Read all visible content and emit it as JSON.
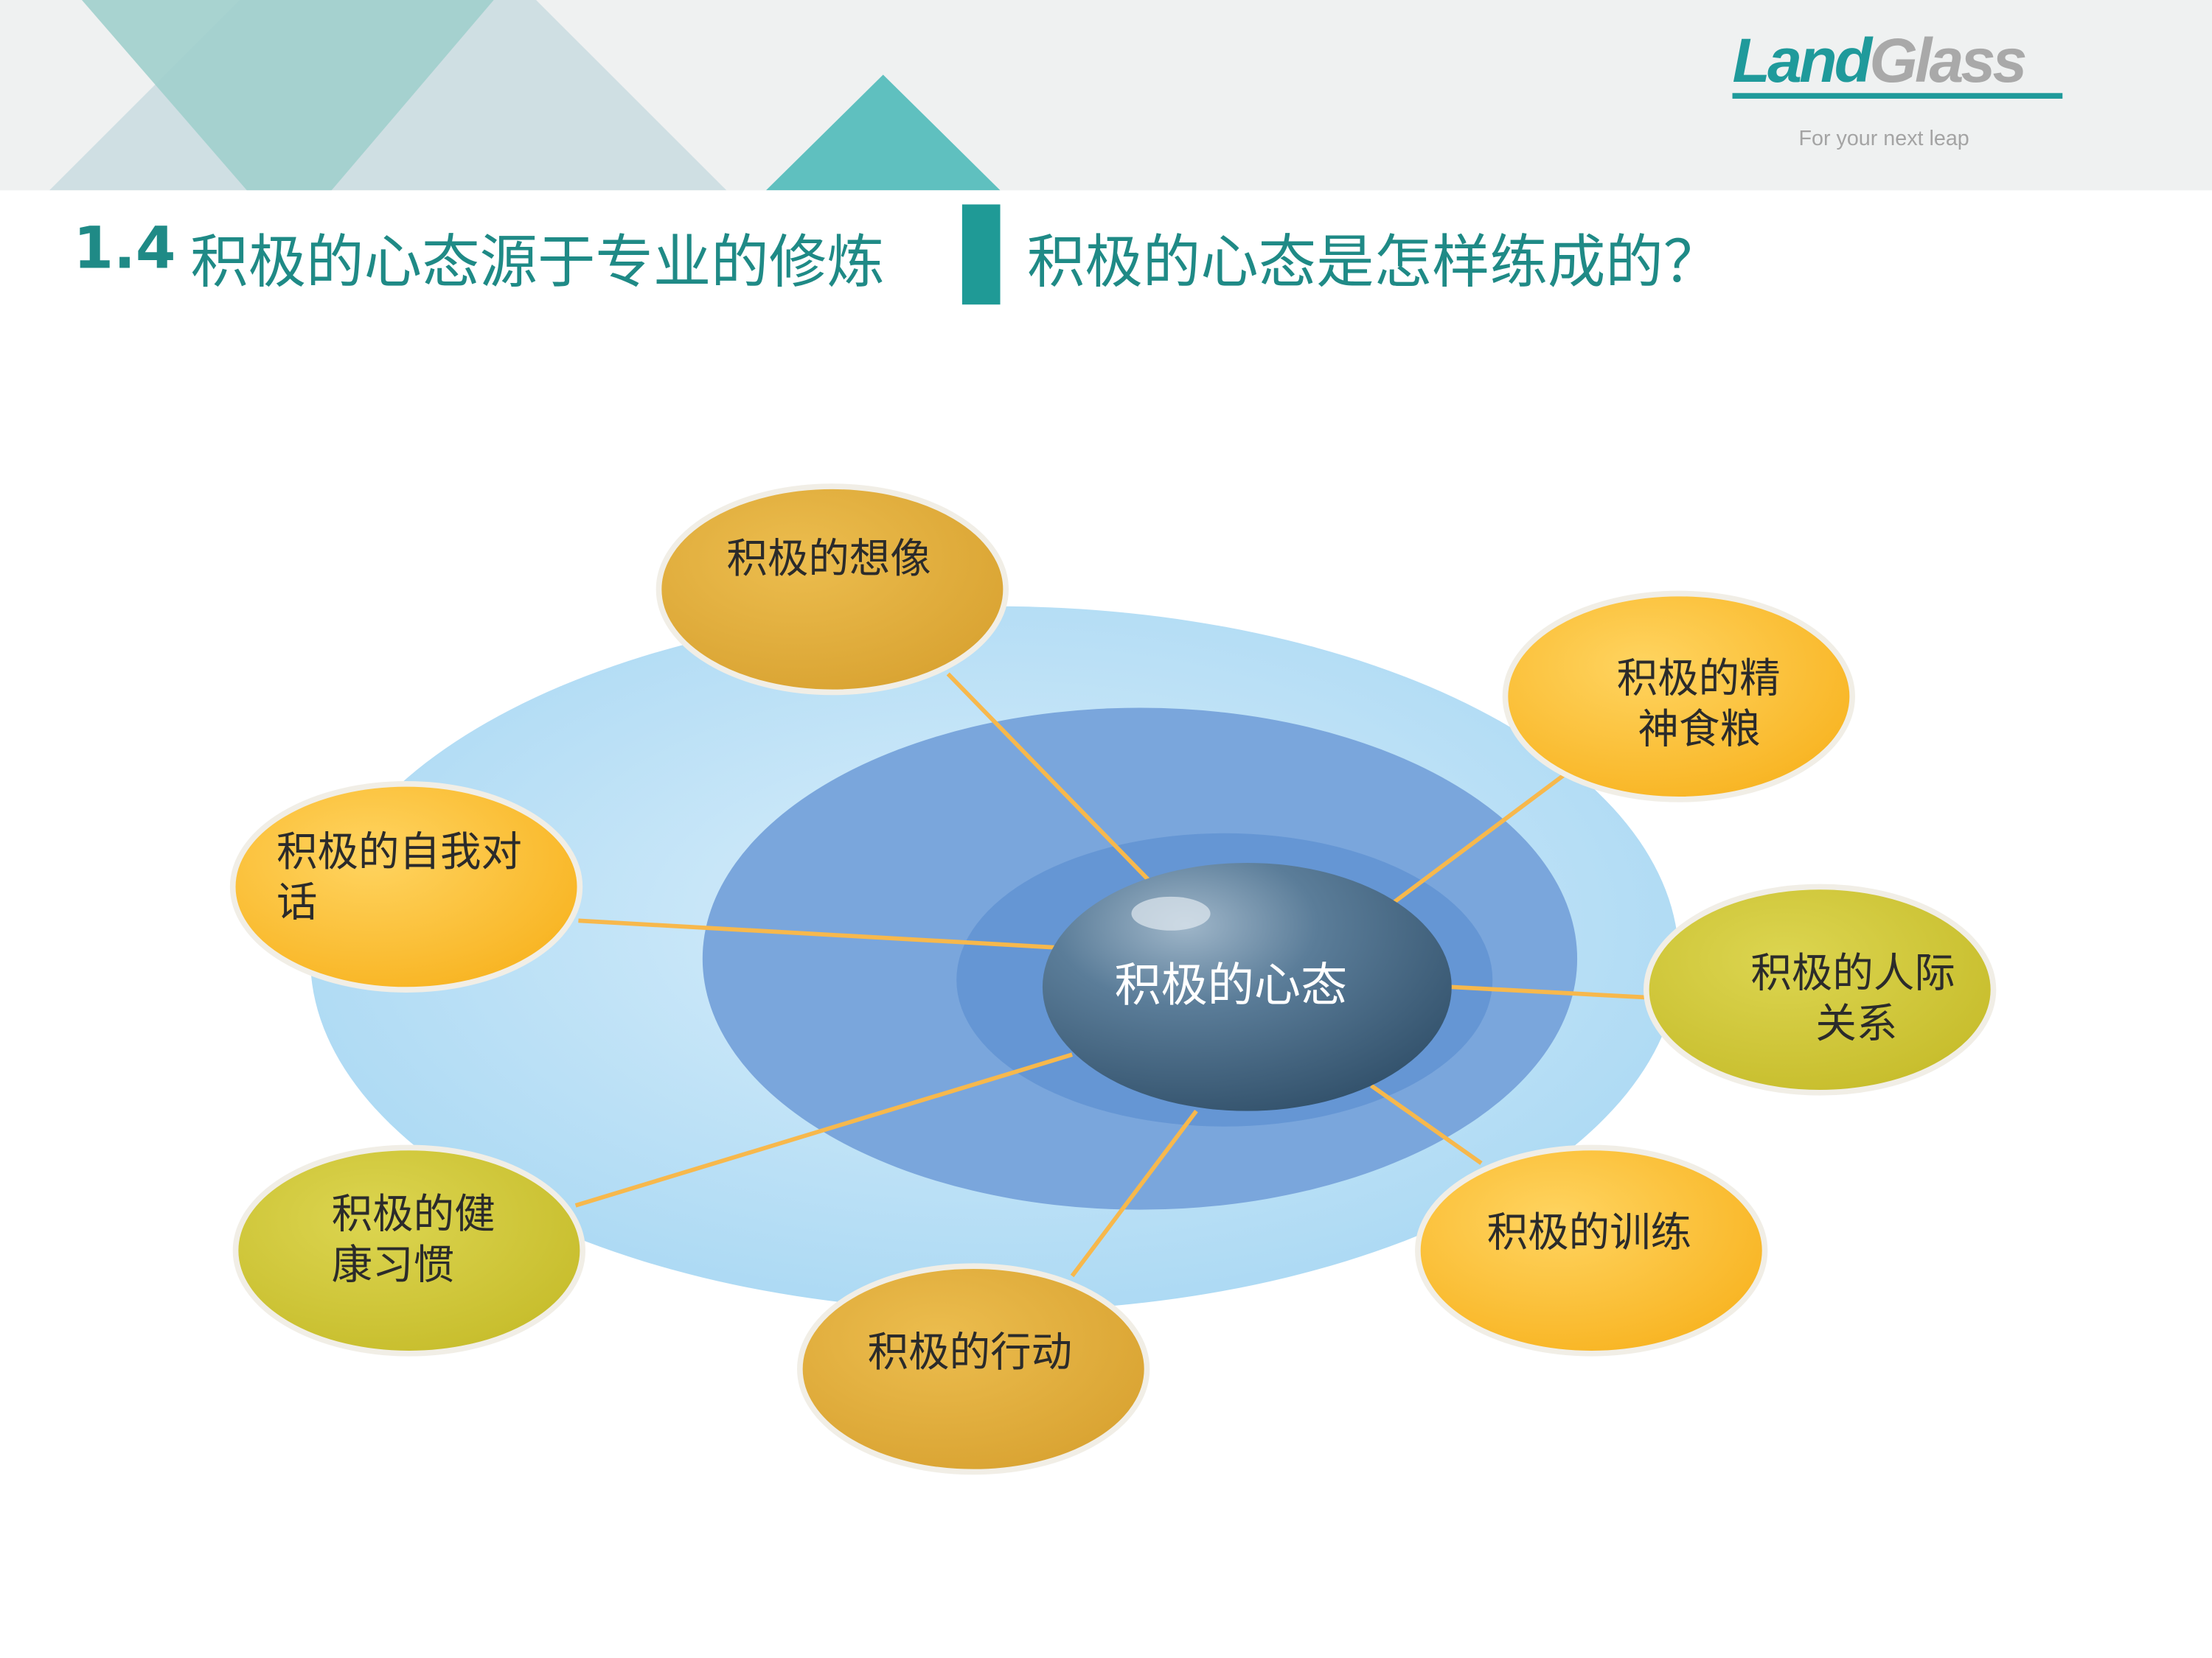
{
  "brand": {
    "logo_part1": "Land",
    "logo_part2": "Glass",
    "tagline": "For your next leap"
  },
  "title": {
    "number": "1.4",
    "section": "积极的心态源于专业的修炼",
    "question": "积极的心态是怎样练成的？"
  },
  "diagram": {
    "center": "积极的心态",
    "nodes": [
      {
        "line1": "积极的想像",
        "line2": ""
      },
      {
        "line1": "积极的精",
        "line2": "神食粮"
      },
      {
        "line1": "积极的自我对",
        "line2": "话"
      },
      {
        "line1": "积极的人际",
        "line2": "关系"
      },
      {
        "line1": "积极的训练",
        "line2": ""
      },
      {
        "line1": "积极的健",
        "line2": "康习惯"
      },
      {
        "line1": "积极的行动",
        "line2": ""
      }
    ]
  },
  "colors": {
    "teal": "#1f9a96",
    "gold": "#fbbd2e",
    "dark_gold": "#dfaa38",
    "olive": "#cfc536",
    "connector": "#f7b84c"
  }
}
